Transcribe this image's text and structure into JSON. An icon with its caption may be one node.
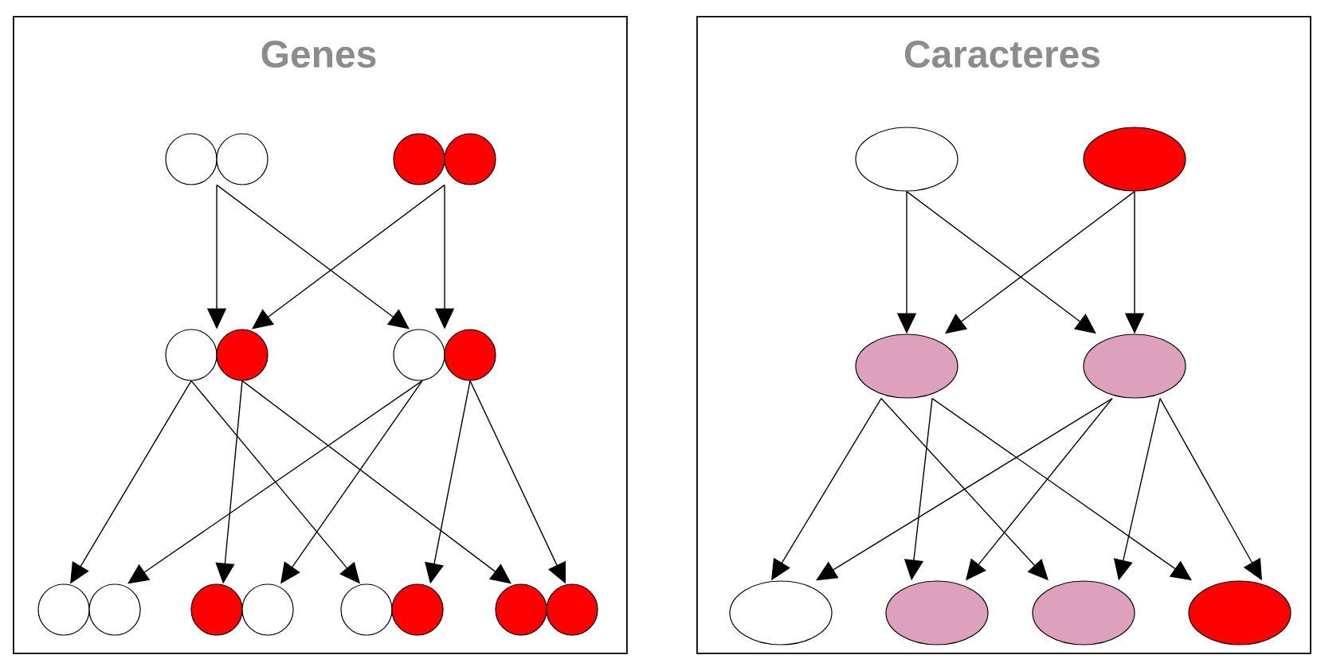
{
  "diagram": {
    "nodes": [
      {
        "text": [
          "Genes"
        ]
      },
      {
        "text": [],
        "shape": "circle",
        "in": 0
      },
      {
        "text": [],
        "shape": "circle",
        "in": 0
      },
      {
        "text": [],
        "shape": "circle",
        "in": 0
      },
      {
        "text": [],
        "shape": "circle",
        "in": 0
      },
      {
        "text": [],
        "shape": "circle",
        "in": 0
      },
      {
        "text": [],
        "shape": "circle",
        "in": 0
      },
      {
        "text": [],
        "shape": "circle",
        "in": 0
      },
      {
        "text": [],
        "shape": "circle",
        "in": 0
      },
      {
        "text": [
          "Caracteres"
        ]
      },
      {
        "text": [],
        "shape": "ellipse",
        "in": 9
      },
      {
        "text": [],
        "shape": "ellipse",
        "in": 9
      },
      {
        "text": [],
        "shape": "ellipse",
        "in": 9
      },
      {
        "text": [],
        "shape": "ellipse",
        "in": 9
      },
      {
        "text": [],
        "shape": "ellipse",
        "in": 9
      },
      {
        "text": [],
        "shape": "ellipse",
        "in": 9
      },
      {
        "text": [],
        "shape": "ellipse",
        "in": 9
      },
      {
        "text": [],
        "shape": "ellipse",
        "in": 9
      }
    ],
    "edges": [
      {
        "from": 1,
        "to": 3,
        "arrow": "to"
      },
      {
        "from": 1,
        "to": 4,
        "arrow": "to"
      },
      {
        "from": 2,
        "to": 4,
        "arrow": "to"
      },
      {
        "from": 2,
        "to": 3,
        "arrow": "to"
      },
      {
        "from": 3,
        "to": 5,
        "arrow": "to"
      },
      {
        "from": 3,
        "to": 7,
        "arrow": "to"
      },
      {
        "from": 3,
        "to": 6,
        "arrow": "to"
      },
      {
        "from": 3,
        "to": 8,
        "arrow": "to"
      },
      {
        "from": 4,
        "to": 5,
        "arrow": "to"
      },
      {
        "from": 4,
        "to": 6,
        "arrow": "to"
      },
      {
        "from": 4,
        "to": 7,
        "arrow": "to"
      },
      {
        "from": 4,
        "to": 8,
        "arrow": "to"
      },
      {
        "from": 10,
        "to": 12,
        "arrow": "to"
      },
      {
        "from": 10,
        "to": 13,
        "arrow": "to"
      },
      {
        "from": 11,
        "to": 13,
        "arrow": "to"
      },
      {
        "from": 11,
        "to": 12,
        "arrow": "to"
      },
      {
        "from": 12,
        "to": 14,
        "arrow": "to"
      },
      {
        "from": 12,
        "to": 16,
        "arrow": "to"
      },
      {
        "from": 12,
        "to": 15,
        "arrow": "to"
      },
      {
        "from": 12,
        "to": 17,
        "arrow": "to"
      },
      {
        "from": 13,
        "to": 14,
        "arrow": "to"
      },
      {
        "from": 13,
        "to": 15,
        "arrow": "to"
      },
      {
        "from": 13,
        "to": 16,
        "arrow": "to"
      },
      {
        "from": 13,
        "to": 17,
        "arrow": "to"
      }
    ]
  }
}
